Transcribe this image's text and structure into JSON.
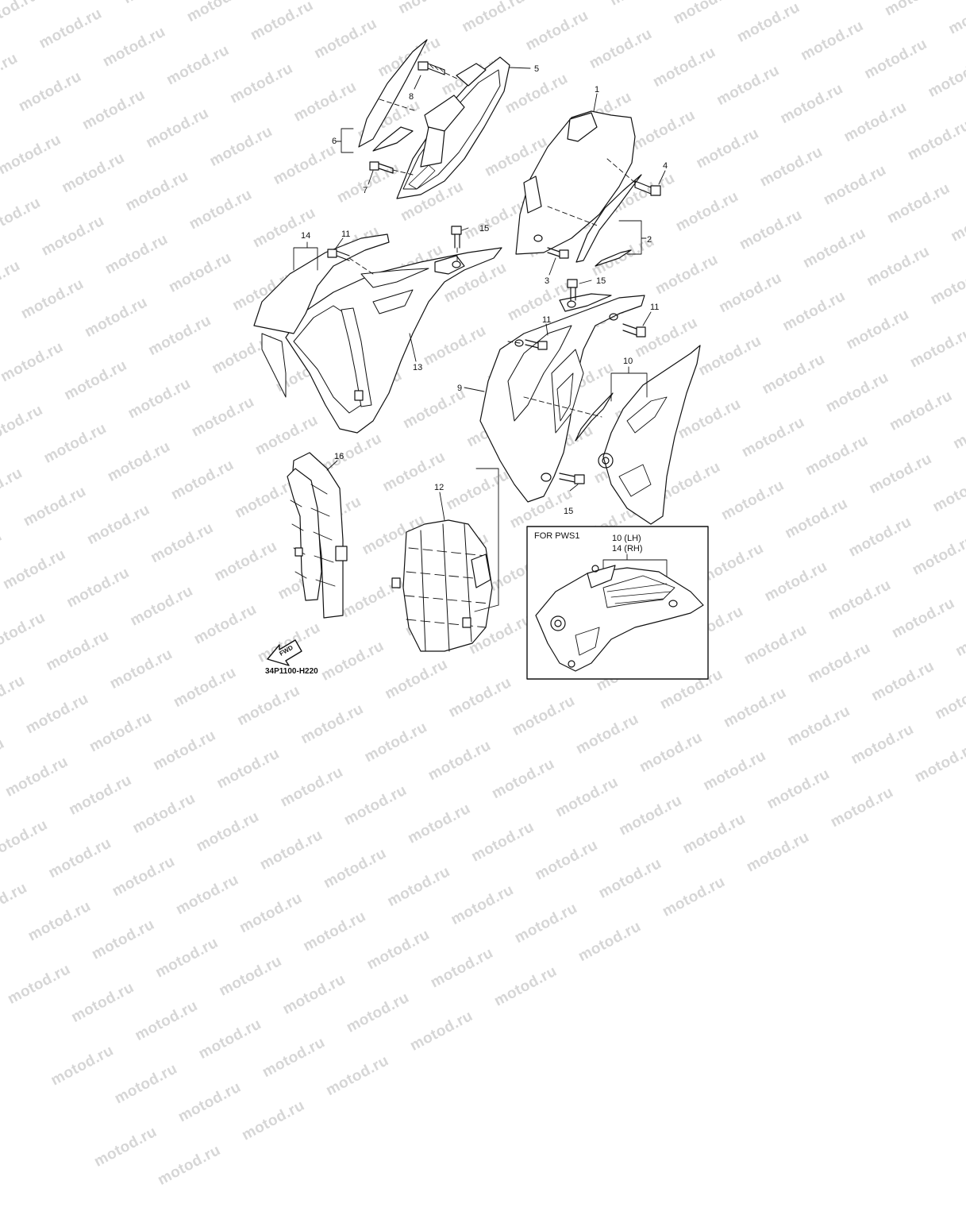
{
  "watermark": "motod.ru",
  "drawing_code": "34P1100-H220",
  "fwd_label": "FWD",
  "inset": {
    "title": "FOR PWS1",
    "ref_lines": [
      "10 (LH)",
      "14 (RH)"
    ]
  },
  "callouts": [
    "1",
    "2",
    "3",
    "4",
    "5",
    "6",
    "7",
    "8",
    "9",
    "10",
    "11",
    "11",
    "11",
    "12",
    "13",
    "14",
    "15",
    "15",
    "15",
    "16"
  ]
}
